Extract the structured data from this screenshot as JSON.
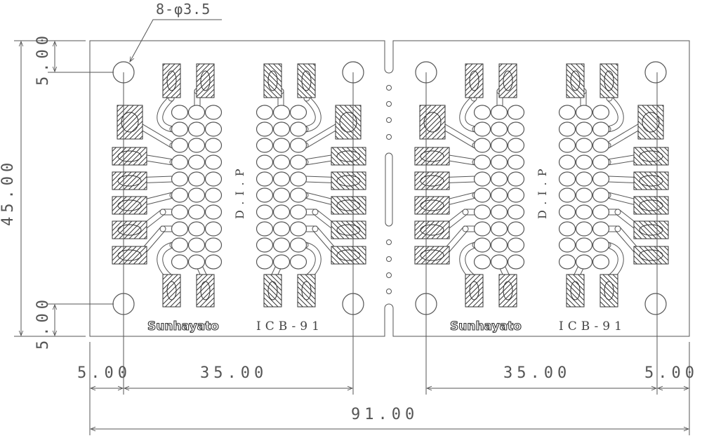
{
  "drawing": {
    "hole_callout": "8-φ3.5",
    "dimensions": {
      "left_total_height": "45.00",
      "top_hole_offset": "5.00",
      "bottom_hole_offset": "5.00",
      "left_hole_offset": "5.00",
      "left_hole_spacing": "35.00",
      "right_hole_spacing": "35.00",
      "right_hole_offset": "5.00",
      "total_width": "91.00"
    },
    "boards": [
      {
        "brand": "Sunhayato",
        "model": "ICB-91",
        "package_label": "D.I.P"
      },
      {
        "brand": "Sunhayato",
        "model": "ICB-91",
        "package_label": "D.I.P"
      }
    ],
    "colors": {
      "line": "#555555",
      "hatch": "#333333",
      "background": "#ffffff"
    }
  }
}
